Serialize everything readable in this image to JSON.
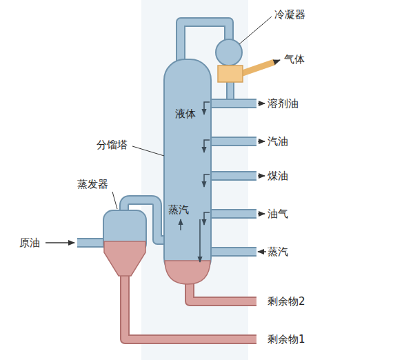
{
  "diagram": {
    "labels": [
      "冷凝器",
      "气体",
      "溶剂油",
      "液体",
      "汽油",
      "分馏塔",
      "煤油",
      "蒸发器",
      "蒸汽",
      "油气",
      "原油",
      "蒸汽",
      "剩余物2",
      "剩余物1"
    ]
  }
}
